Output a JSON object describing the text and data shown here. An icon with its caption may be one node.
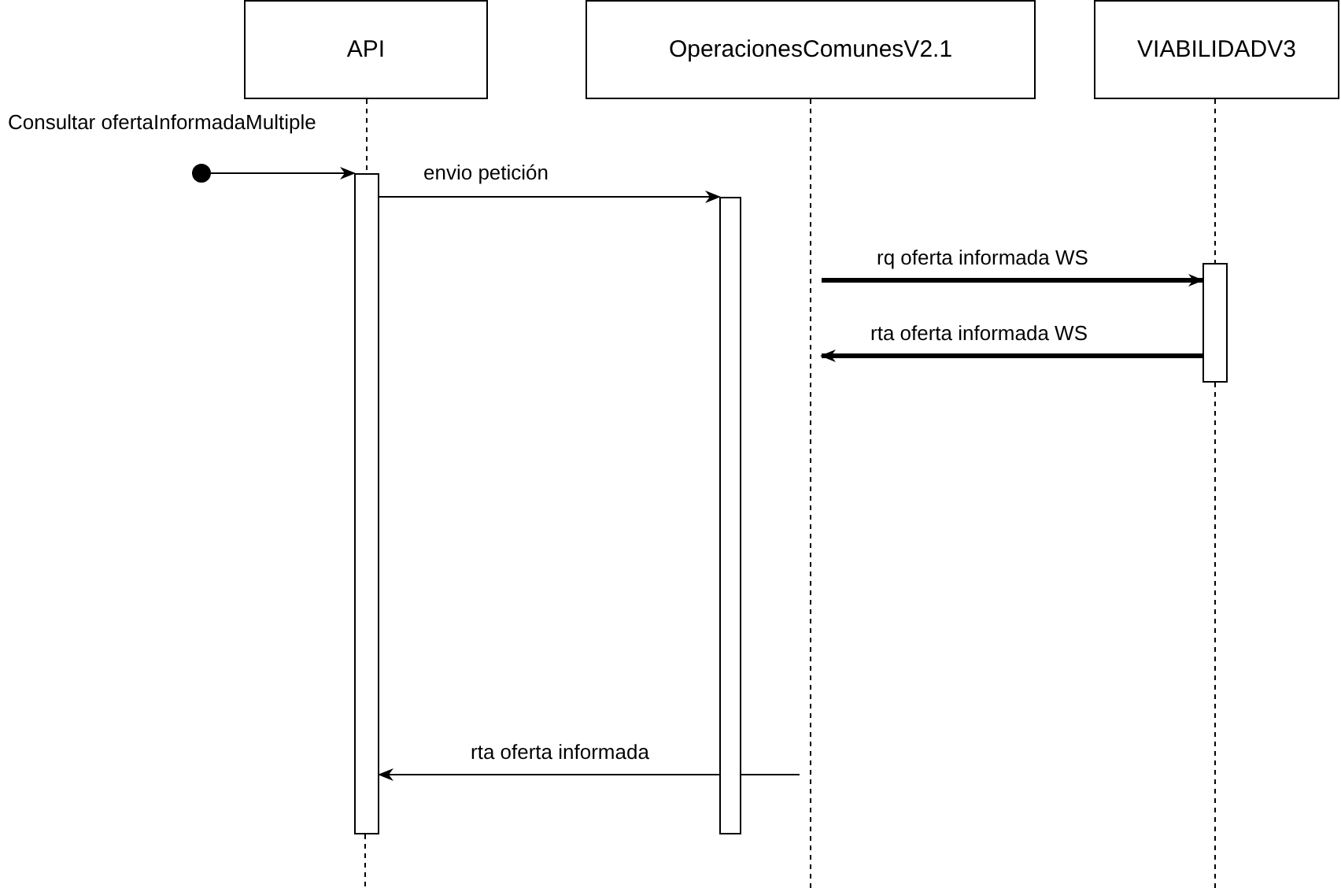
{
  "diagram": {
    "nodes": [
      {
        "text": [
          "API"
        ]
      },
      {
        "text": [
          "OperacionesComunesV2.1"
        ]
      },
      {
        "text": [
          "VIABILIDADV3"
        ]
      },
      {
        "text": [],
        "shape": "circle"
      },
      {
        "text": [],
        "shape": "bar"
      },
      {
        "text": [],
        "shape": "bar"
      },
      {
        "text": [],
        "shape": "bar"
      }
    ],
    "edges": [
      {
        "from": 0,
        "to": 4,
        "arrow": "none",
        "style": "dashed"
      },
      {
        "from": 2,
        "to": 6,
        "arrow": "none",
        "style": "dashed"
      },
      {
        "from": 3,
        "to": 4,
        "arrow": "to",
        "label": "Consultar ofertaInformadaMultiple"
      },
      {
        "from": 4,
        "to": 5,
        "arrow": "to",
        "label": "envio petición"
      },
      {
        "from": null,
        "to": 6,
        "arrow": "to",
        "label": "rq oferta informada WS",
        "style": "thick"
      },
      {
        "from": 6,
        "to": null,
        "arrow": "to",
        "label": "rta oferta informada WS",
        "style": "thick"
      },
      {
        "from": null,
        "to": 4,
        "arrow": "to",
        "label": "rta oferta informada"
      }
    ]
  }
}
